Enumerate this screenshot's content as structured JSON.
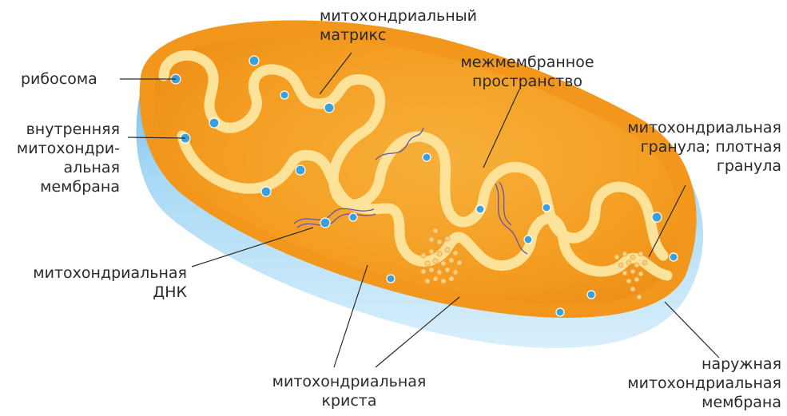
{
  "labels": {
    "ribosome": [
      "рибосома"
    ],
    "matrix": [
      "митохондриальный",
      "матрикс"
    ],
    "intermembrane_space": [
      "межмембранное",
      "пространство"
    ],
    "inner_membrane": [
      "внутренняя",
      "митохондри-",
      "альная",
      "мембрана"
    ],
    "granule": [
      "митохондриальная",
      "гранула; плотная",
      "гранула"
    ],
    "dna": [
      "митохондриальная",
      "ДНК"
    ],
    "crista": [
      "митохондриальная",
      "криста"
    ],
    "outer_membrane": [
      "наружная",
      "митохондриальная",
      "мембрана"
    ]
  },
  "colors": {
    "outer_membrane": "#8fcbf0",
    "outer_membrane_dark": "#3f95d0",
    "membrane_tube": "#fde39a",
    "matrix": "#f6a12a",
    "matrix_dark": "#e8891c",
    "intermembrane": "#f29a1a",
    "ribosome": "#3aa0dc",
    "dna": "#6a5aa8",
    "leader_line": "#2a2a2a",
    "text": "#2a2a2a"
  }
}
